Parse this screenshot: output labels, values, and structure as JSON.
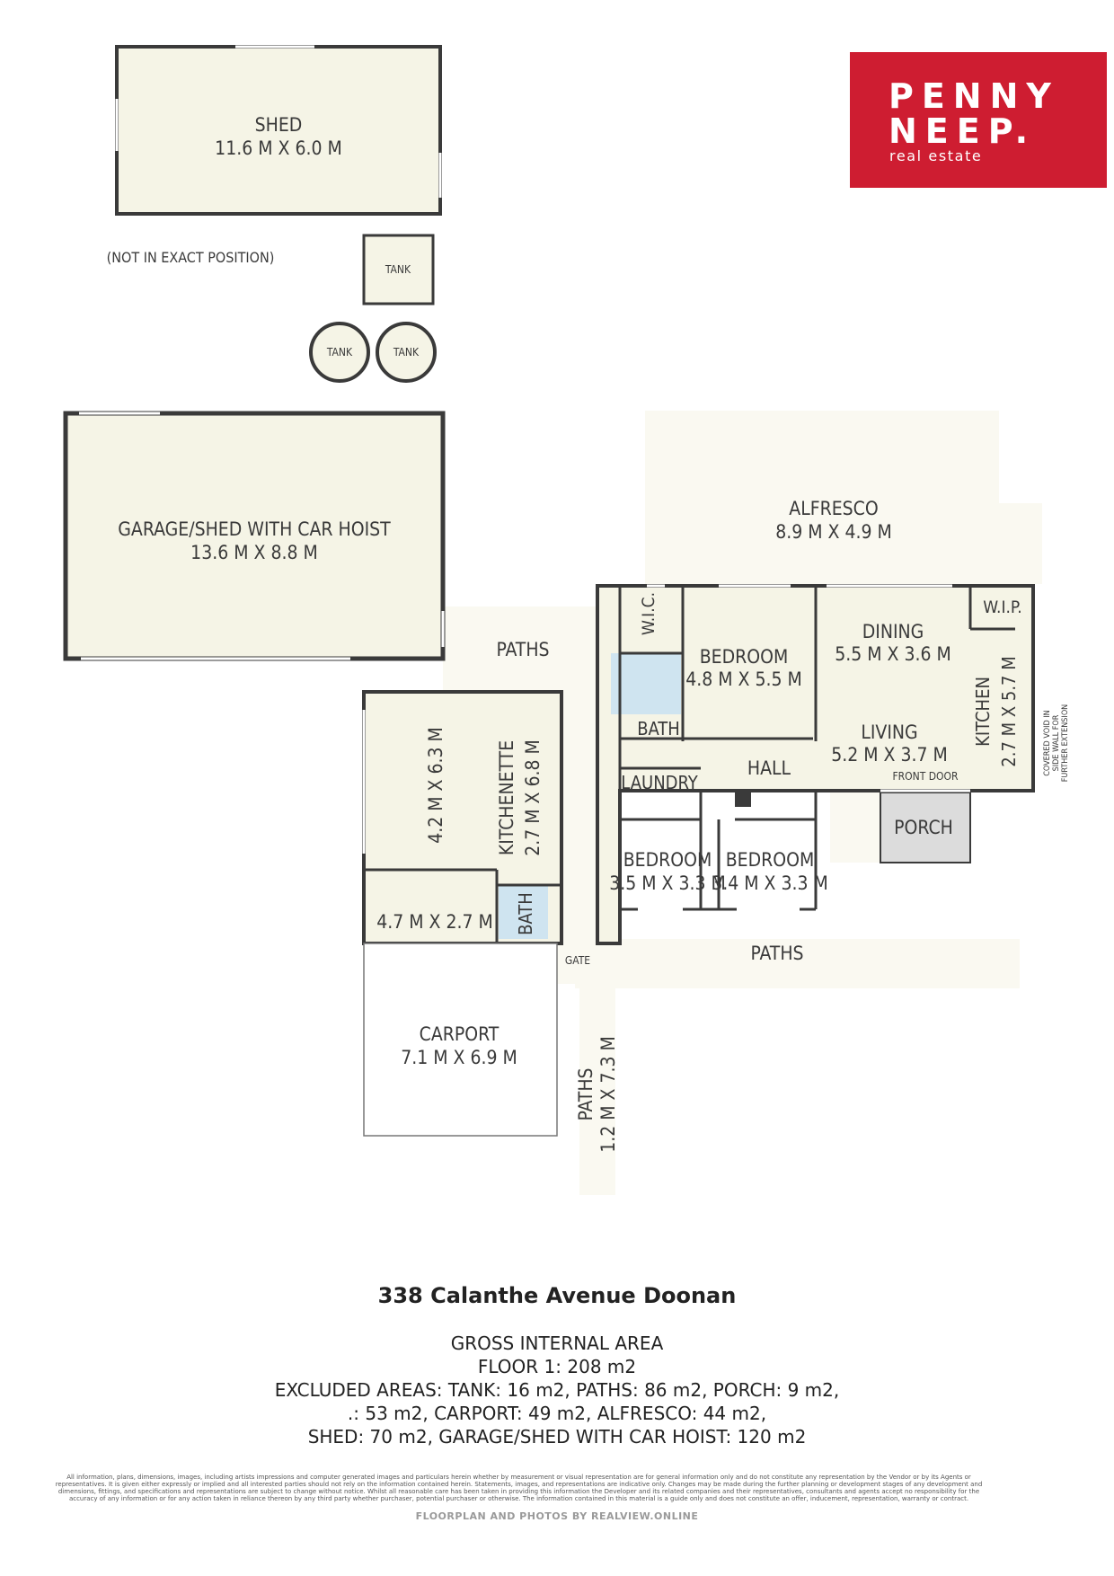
{
  "brand": {
    "line1": "PENNY",
    "line2": "NEEP.",
    "line3": "real estate",
    "color": "#ce1d31"
  },
  "rooms": {
    "shed": {
      "name": "SHED",
      "dim": "11.6 M X 6.0 M"
    },
    "not_exact": "(NOT IN EXACT POSITION)",
    "tank": "TANK",
    "garage": {
      "name": "GARAGE/SHED WITH CAR HOIST",
      "dim": "13.6 M X 8.8 M"
    },
    "alfresco": {
      "name": "ALFRESCO",
      "dim": "8.9 M X 4.9 M"
    },
    "paths": "PATHS",
    "wic": "W.I.C.",
    "bedroom": "BEDROOM",
    "bedroom_main_dim": "4.8 M X 5.5 M",
    "dining": {
      "name": "DINING",
      "dim": "5.5 M X 3.6 M"
    },
    "wip": "W.I.P.",
    "bath": "BATH",
    "living": {
      "name": "LIVING",
      "dim": "5.2 M X 3.7 M"
    },
    "kitchen": {
      "name": "KITCHEN",
      "dim": "2.7 M X 5.7 M"
    },
    "hall": "HALL",
    "laundry": "LAUNDRY",
    "front_door": "FRONT DOOR",
    "porch": "PORCH",
    "covered_void": [
      "COVERED VOID IN",
      "SIDE WALL FOR",
      "FURTHER EXTENSION"
    ],
    "room_a_dim": "4.2 M X 6.3 M",
    "kitchenette": {
      "name": "KITCHENETTE",
      "dim": "2.7 M X 6.8 M"
    },
    "bed2_dim": "3.5 M X 3.3 M",
    "bed3_dim": "3.4 M X 3.3 M",
    "small_room_dim": "4.7 M X 2.7 M",
    "gate": "GATE",
    "carport": {
      "name": "CARPORT",
      "dim": "7.1 M X 6.9 M"
    },
    "side_path": {
      "name": "PATHS",
      "dim": "1.2 M X 7.3 M"
    }
  },
  "footer": {
    "title": "338 Calanthe Avenue Doonan",
    "area_lines": [
      "GROSS INTERNAL AREA",
      "FLOOR 1: 208 m2",
      "EXCLUDED AREAS: TANK: 16 m2, PATHS: 86 m2, PORCH: 9 m2,",
      ".: 53 m2, CARPORT: 49 m2, ALFRESCO: 44 m2,",
      "SHED: 70 m2, GARAGE/SHED WITH CAR HOIST: 120 m2"
    ],
    "disclaimer": "All information, plans, dimensions, images, including artists impressions and computer generated images and particulars herein whether by measurement or visual representation are for general information only and do not constitute any representation by the Vendor or by its Agents or representatives. It is given either expressly or implied and all interested parties should not rely on the information contained herein. Statements, images, and representations are indicative only. Changes may be made during the further planning or development stages of any development and dimensions, fittings, and specifications and representations are subject to change without notice. Whilst all reasonable care has been taken in providing this information the Developer and its related companies and their representatives, consultants and agents accept no responsibility for the accuracy of any information or for any action taken in reliance thereon by any third party whether purchaser, potential purchaser or otherwise. The information contained in this material is a guide only and does not constitute an offer, inducement, representation, warranty or contract.",
    "credit": "FLOORPLAN AND PHOTOS BY REALVIEW.ONLINE"
  }
}
